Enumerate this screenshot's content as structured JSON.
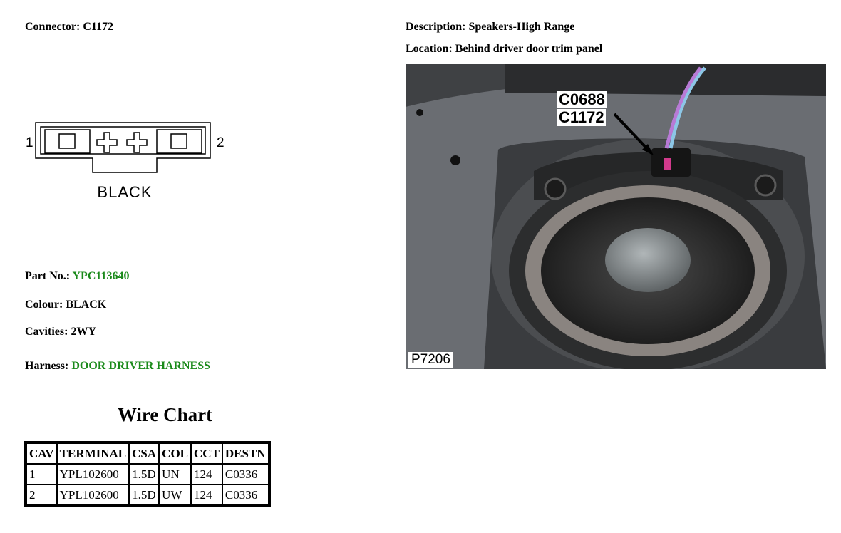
{
  "connector": {
    "label": "Connector:",
    "value": "C1172"
  },
  "description": {
    "label": "Description:",
    "value": "Speakers-High Range"
  },
  "location": {
    "label": "Location:",
    "value": "Behind driver door trim panel"
  },
  "part_no": {
    "label": "Part No.:",
    "value": "YPC113640"
  },
  "colour": {
    "label": "Colour:",
    "value": "BLACK"
  },
  "cavities": {
    "label": "Cavities:",
    "value": "2WY"
  },
  "harness": {
    "label": "Harness:",
    "value": "DOOR DRIVER HARNESS"
  },
  "pin_diagram": {
    "left_pin": "1",
    "right_pin": "2",
    "color_label": "BLACK"
  },
  "photo": {
    "callouts": [
      "C0688",
      "C1172"
    ],
    "id": "P7206"
  },
  "wire_chart": {
    "title": "Wire Chart",
    "headers": [
      "CAV",
      "TERMINAL",
      "CSA",
      "COL",
      "CCT",
      "DESTN"
    ],
    "rows": [
      [
        "1",
        "YPL102600",
        "1.5D",
        "UN",
        "124",
        "C0336"
      ],
      [
        "2",
        "YPL102600",
        "1.5D",
        "UW",
        "124",
        "C0336"
      ]
    ]
  },
  "colors": {
    "highlight": "#1a8a1a"
  }
}
